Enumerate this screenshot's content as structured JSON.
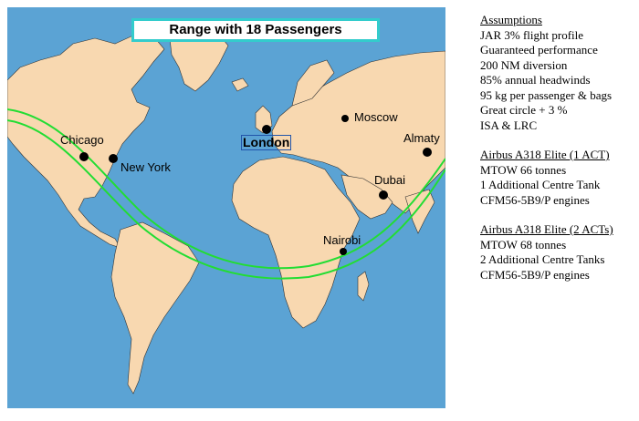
{
  "title": "Range with 18 Passengers",
  "colors": {
    "ocean": "#5ba3d4",
    "land": "#f8d8b0",
    "route": "#22dd33",
    "marker": "#000000"
  },
  "cities": [
    {
      "name": "Chicago",
      "bold": false
    },
    {
      "name": "New York",
      "bold": false
    },
    {
      "name": "London",
      "bold": true
    },
    {
      "name": "Moscow",
      "bold": false
    },
    {
      "name": "Almaty",
      "bold": false
    },
    {
      "name": "Dubai",
      "bold": false
    },
    {
      "name": "Nairobi",
      "bold": false
    }
  ],
  "notes": {
    "assumptions": {
      "heading": "Assumptions",
      "lines": [
        "JAR 3% flight profile",
        "Guaranteed performance",
        "200 NM diversion",
        "85% annual headwinds",
        "95 kg per passenger & bags",
        "Great circle + 3 %",
        "ISA & LRC"
      ]
    },
    "act1": {
      "heading": "Airbus A318 Elite (1 ACT)",
      "lines": [
        "MTOW 66 tonnes",
        "1 Additional Centre Tank",
        "CFM56-5B9/P engines"
      ]
    },
    "act2": {
      "heading": "Airbus A318 Elite (2 ACTs)",
      "lines": [
        "MTOW 68 tonnes",
        "2 Additional Centre Tanks",
        "CFM56-5B9/P engines"
      ]
    }
  }
}
